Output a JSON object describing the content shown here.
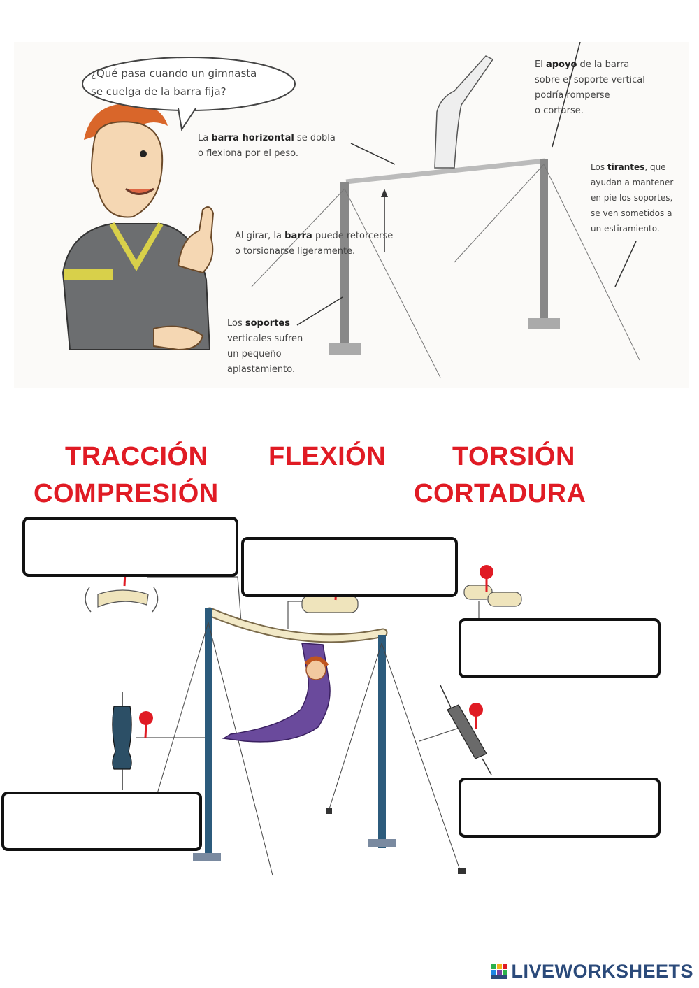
{
  "top_illustration": {
    "speech_bubble": {
      "line1": "¿Qué pasa cuando un gimnasta",
      "line2": "se cuelga de la barra fija?"
    },
    "note_barra": {
      "pre": "La ",
      "bold": "barra horizontal",
      "post": " se dobla",
      "line2": "o flexiona por el peso."
    },
    "note_apoyo": {
      "pre": "El ",
      "bold": "apoyo",
      "post": " de la barra",
      "line2": "sobre el soporte vertical",
      "line3": "podría romperse",
      "line4": "o cortarse."
    },
    "note_tirantes": {
      "pre": "Los ",
      "bold": "tirantes",
      "post": ", que",
      "line2": "ayudan a mantener",
      "line3": "en pie los soportes,",
      "line4": "se ven sometidos a",
      "line5": "un estiramiento."
    },
    "note_girar": {
      "pre": "Al girar, la ",
      "bold": "barra",
      "post": " puede retorcerse",
      "line2": "o torsionarse ligeramente."
    },
    "note_soportes": {
      "pre": "Los ",
      "bold": "soportes",
      "line2": "verticales sufren",
      "line3": "un pequeño",
      "line4": "aplastamiento."
    }
  },
  "word_bank": {
    "traccion": "TRACCIÓN",
    "flexion": "FLEXIÓN",
    "torsion": "TORSIÓN",
    "compresion": "COMPRESIÓN",
    "cortadura": "CORTADURA"
  },
  "colors": {
    "accent_red": "#e01b24",
    "box_border": "#111111",
    "brand_blue": "#2b4a7a"
  },
  "brand": {
    "name": "LIVEWORKSHEETS"
  }
}
